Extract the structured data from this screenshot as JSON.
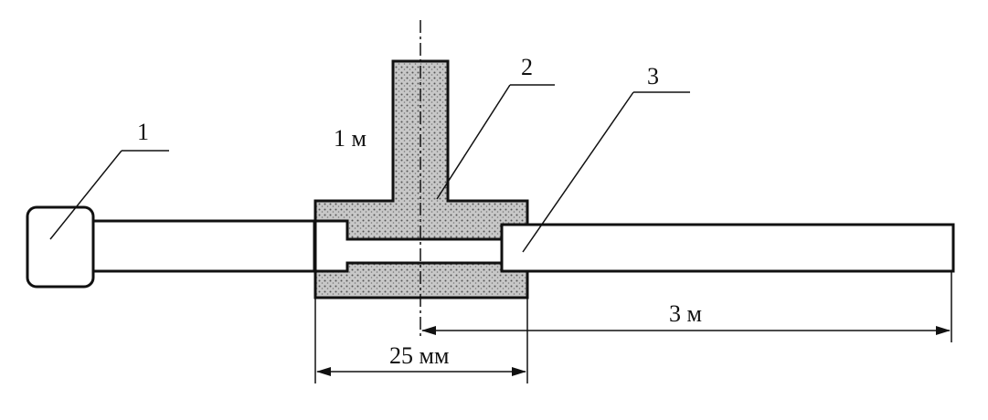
{
  "labels": {
    "part_1": "1",
    "part_2": "2",
    "part_3": "3",
    "vertical_length": "1 м",
    "tee_width": "25 мм",
    "horizontal_length": "3 м"
  },
  "colors": {
    "line": "#111111",
    "fill": "#9a9a9a",
    "background": "#ffffff"
  }
}
